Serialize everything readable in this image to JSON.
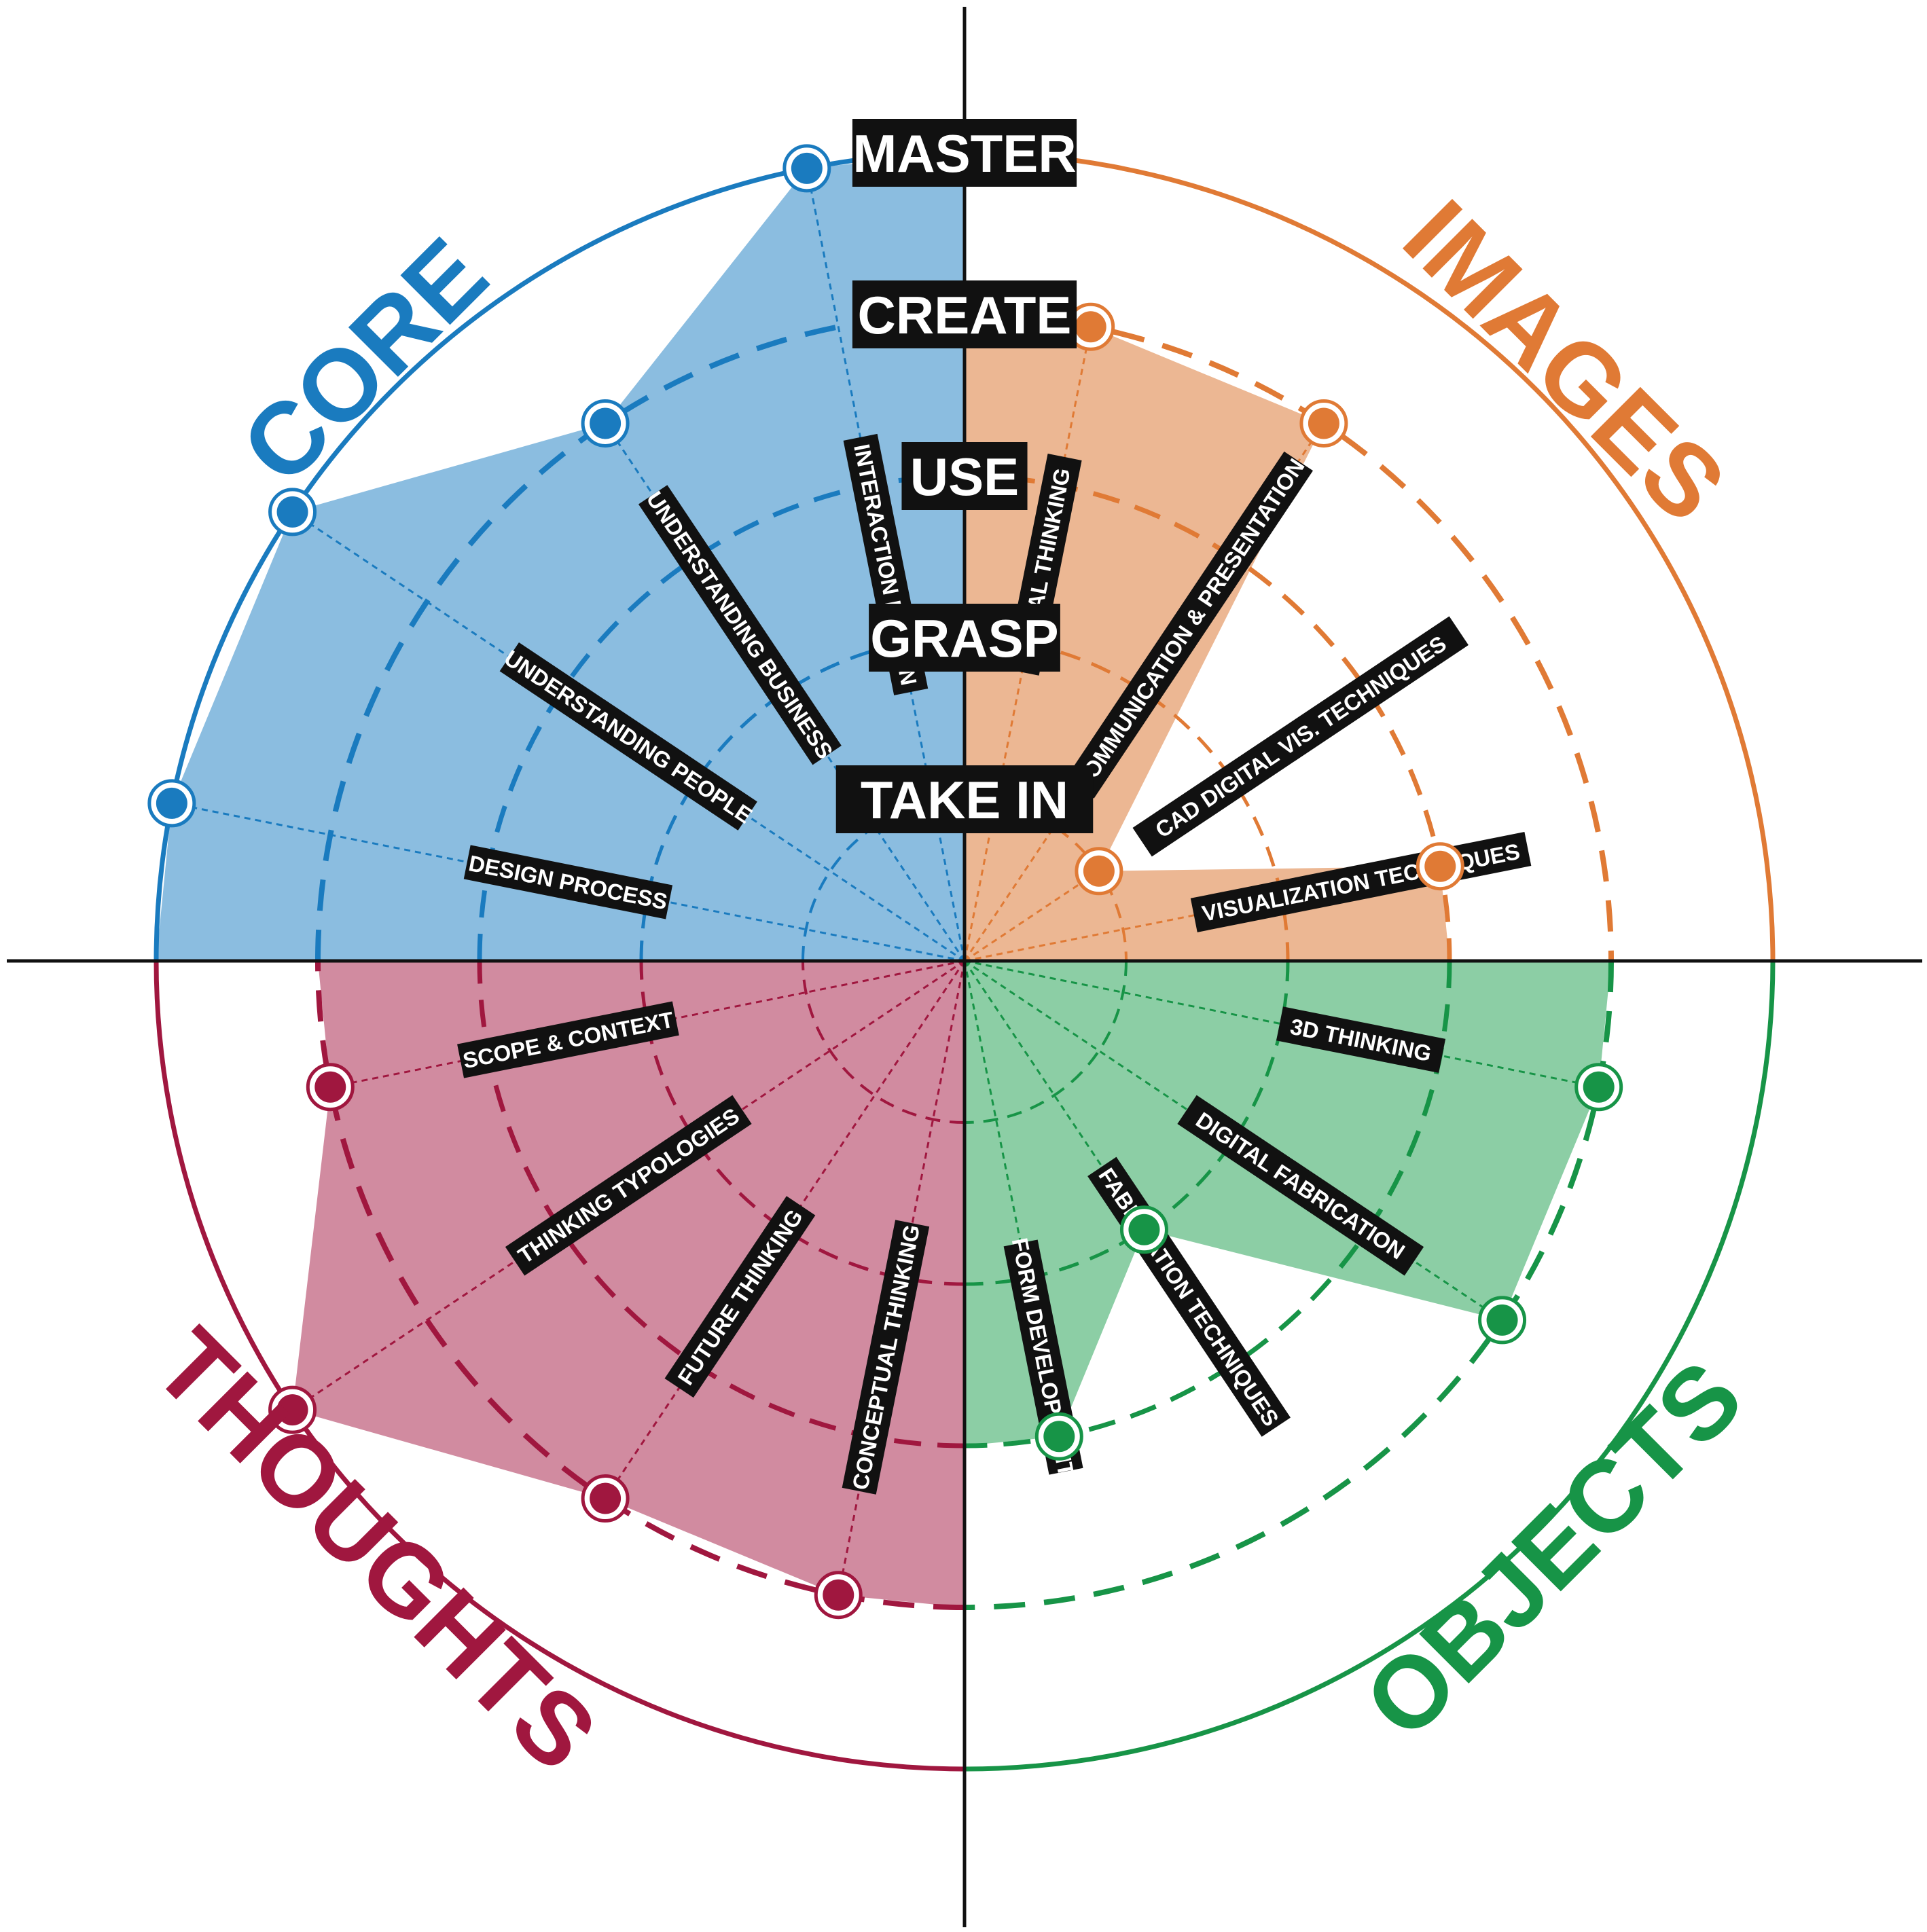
{
  "chart_data": {
    "type": "radar",
    "levels": [
      "TAKE IN",
      "GRASP",
      "USE",
      "CREATE",
      "MASTER"
    ],
    "scale_max": 5,
    "series": [
      {
        "name": "CORE",
        "color": "#1a7bbf",
        "fill": "#8bbde0",
        "skills": [
          {
            "label": "INTERACTION DESIGN",
            "value": 5.0
          },
          {
            "label": "UNDERSTANDING BUSINESS",
            "value": 4.0
          },
          {
            "label": "UNDERSTANDING PEOPLE",
            "value": 5.0
          },
          {
            "label": "DESIGN PROCESS",
            "value": 5.0
          }
        ]
      },
      {
        "name": "IMAGES",
        "color": "#e07a35",
        "fill": "#ecb793",
        "skills": [
          {
            "label": "VISUALIZATION TECHNIQUES",
            "value": 3.0
          },
          {
            "label": "CAD DIGITAL VIS. TECHNIQUES",
            "value": 1.0
          },
          {
            "label": "COMMUNICATION & PRESENTATION",
            "value": 4.0
          },
          {
            "label": "VISUAL THINKING",
            "value": 4.0
          }
        ]
      },
      {
        "name": "OBJECTS",
        "color": "#179447",
        "fill": "#8ccea5",
        "skills": [
          {
            "label": "FORM DEVELOPMENT",
            "value": 3.0
          },
          {
            "label": "FABRICATION TECHNIQUES",
            "value": 2.0
          },
          {
            "label": "DIGITAL FABRICATION",
            "value": 4.0
          },
          {
            "label": "3D THINKING",
            "value": 4.0
          }
        ]
      },
      {
        "name": "THOUGHTS",
        "color": "#a0173f",
        "fill": "#d18ba0",
        "skills": [
          {
            "label": "SCOPE & CONTEXT",
            "value": 4.0
          },
          {
            "label": "THINKING TYPOLOGIES",
            "value": 5.0
          },
          {
            "label": "FUTURE THINKING",
            "value": 4.0
          },
          {
            "label": "CONCEPTUAL THINKING",
            "value": 4.0
          }
        ]
      }
    ]
  }
}
